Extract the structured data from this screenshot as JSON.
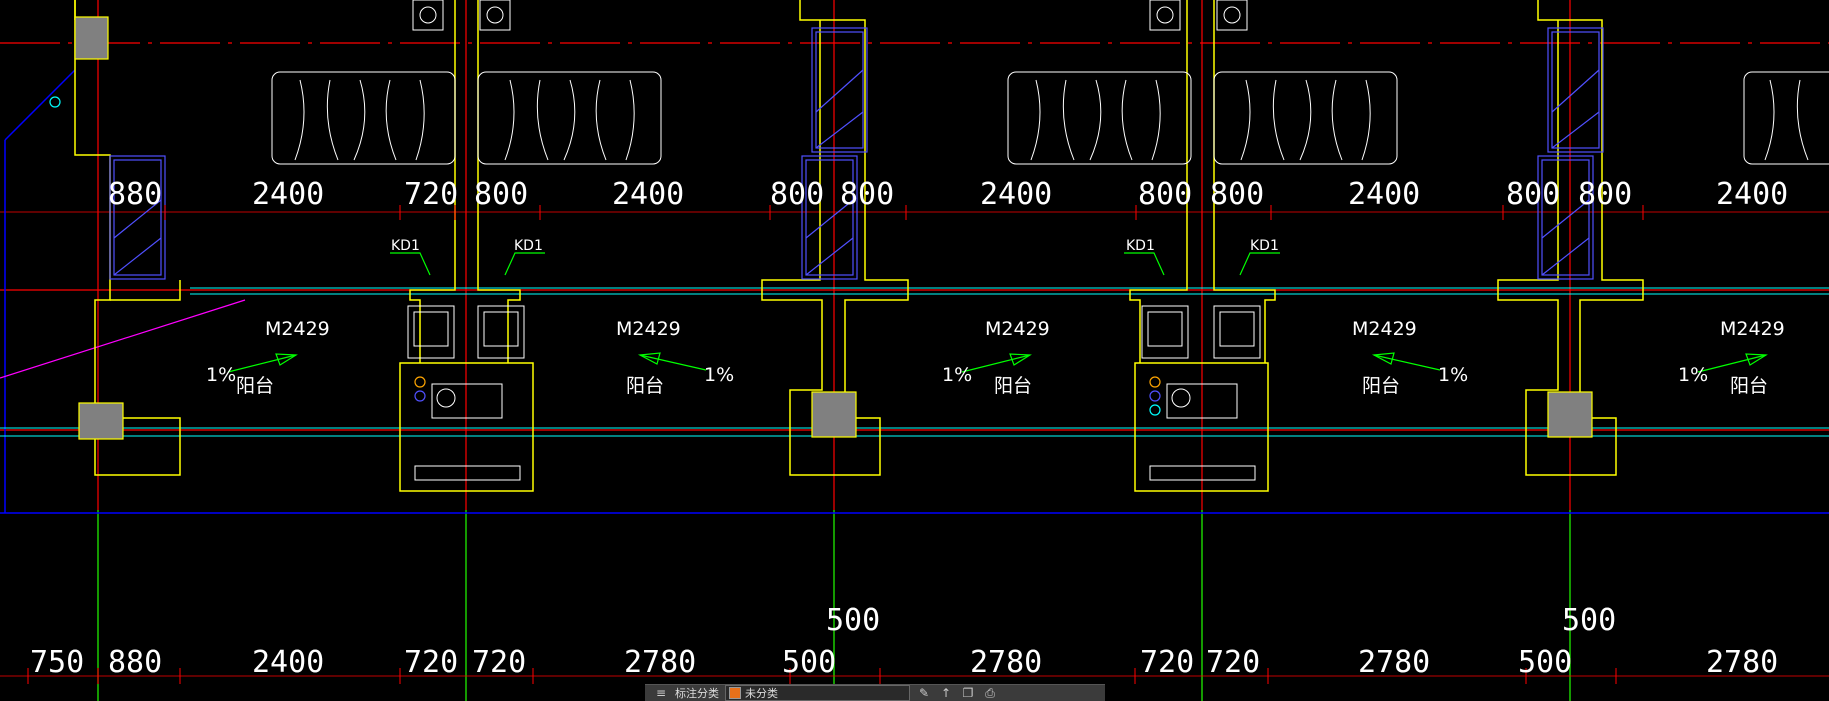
{
  "colors": {
    "background": "#000000",
    "wall": "#ffff00",
    "axis_red": "#ff0000",
    "axis_green": "#00ff00",
    "window": "#5050ff",
    "cyan": "#00ffff",
    "white": "#ffffff",
    "magenta": "#ff00ff",
    "blue": "#0000ff",
    "fill_gray": "#808080"
  },
  "upper_dimensions": [
    "880",
    "2400",
    "720",
    "800",
    "2400",
    "800",
    "800",
    "2400",
    "800",
    "800",
    "2400",
    "800",
    "800",
    "2400"
  ],
  "lower_dimensions": [
    "750",
    "880",
    "2400",
    "720",
    "720",
    "2780",
    "500",
    "2780",
    "720",
    "720",
    "2780",
    "500",
    "2780"
  ],
  "mid_dimensions": [
    "500",
    "500"
  ],
  "door_labels": [
    "M2429",
    "M2429",
    "M2429",
    "M2429",
    "M2429"
  ],
  "balcony_label": "阳台",
  "slope_label": "1%",
  "equipment_labels": [
    "KD1",
    "KD1",
    "KD1",
    "KD1"
  ],
  "toolbar": {
    "label_text": "标注分类",
    "layer_name": "未分类",
    "icons": [
      "layers-icon",
      "edit-icon",
      "up-arrow-icon",
      "copy-icon",
      "print-icon"
    ]
  }
}
